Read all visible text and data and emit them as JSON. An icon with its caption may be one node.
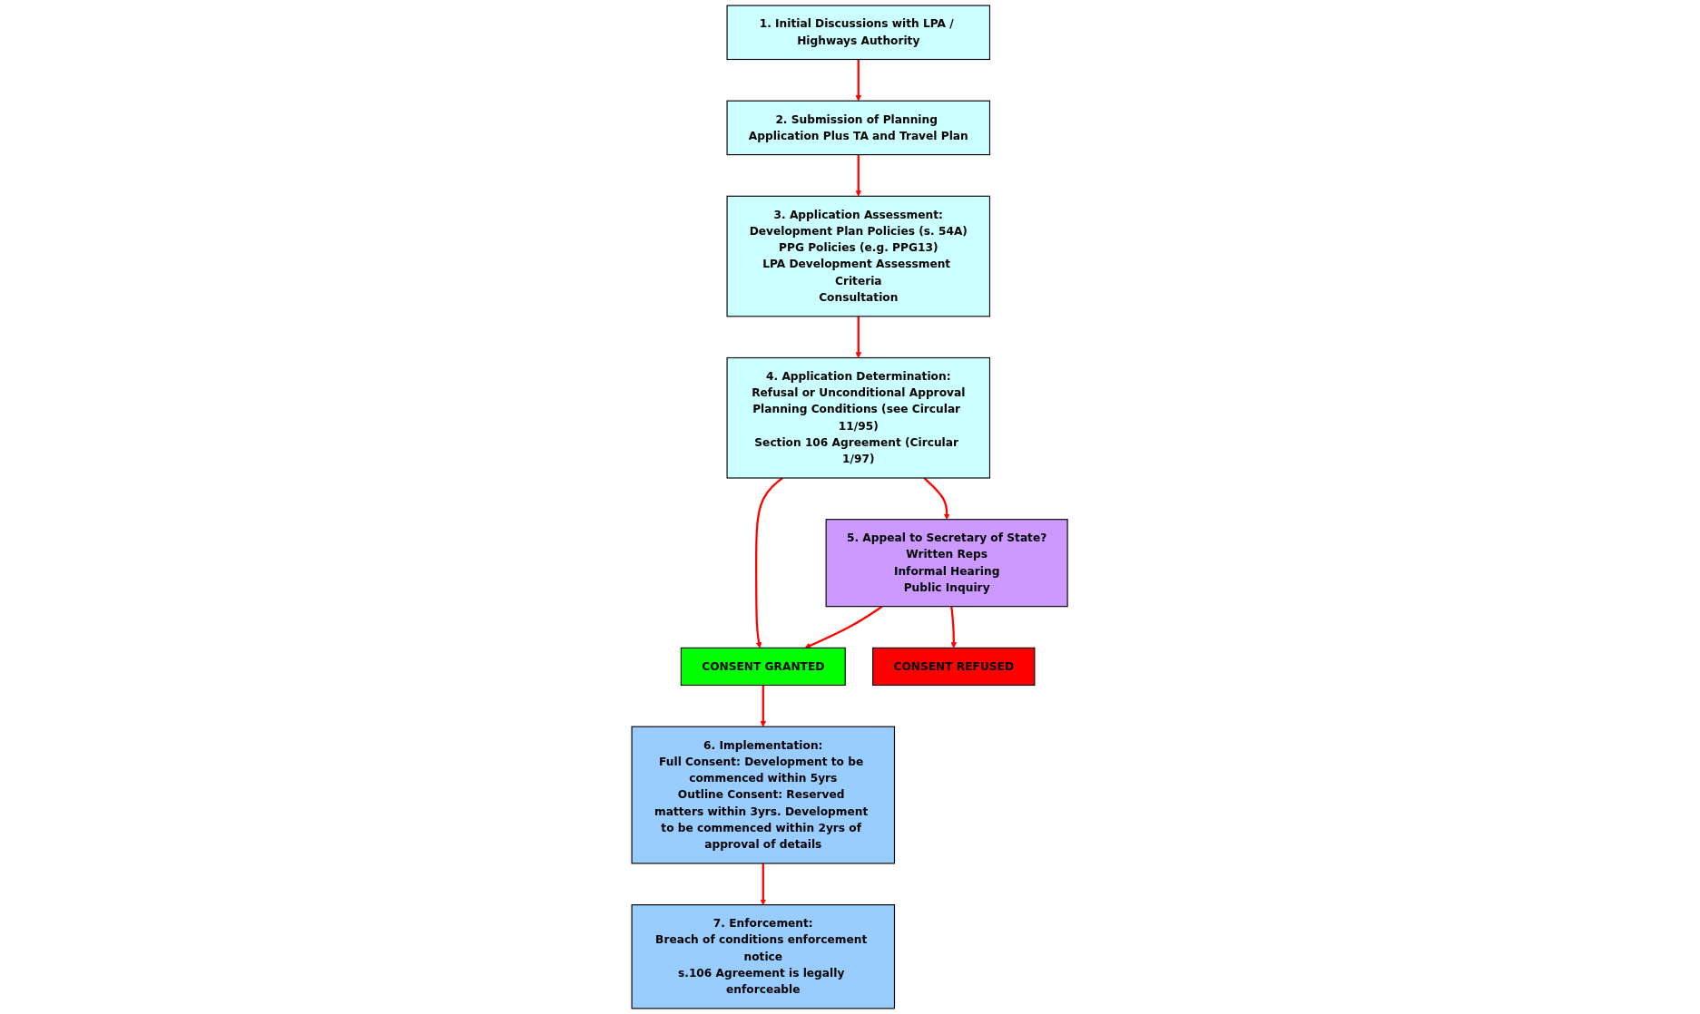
{
  "diagram": {
    "nodes": [
      {
        "text": [
          "1. Initial Discussions with LPA / Highways Authority"
        ]
      },
      {
        "text": [
          "2. Submission of Planning Application Plus TA and Travel Plan"
        ]
      },
      {
        "text": [
          "3. Application Assessment:",
          "Development Plan Policies (s. 54A)",
          "PPG Policies (e.g. PPG13)",
          "LPA Development Assessment Criteria",
          "Consultation"
        ]
      },
      {
        "text": [
          "4. Application Determination:",
          "Refusal or Unconditional Approval",
          "Planning Conditions (see Circular 11/95)",
          "Section 106 Agreement (Circular 1/97)"
        ]
      },
      {
        "text": [
          "5. Appeal to Secretary of State?",
          "Written Reps",
          "Informal Hearing",
          "Public Inquiry"
        ]
      },
      {
        "text": [
          "CONSENT GRANTED"
        ]
      },
      {
        "text": [
          "CONSENT REFUSED"
        ]
      },
      {
        "text": [
          "6. Implementation:",
          "Full Consent: Development to be commenced within 5yrs",
          "Outline Consent: Reserved matters within 3yrs. Development to be commenced within 2yrs of approval of details"
        ]
      },
      {
        "text": [
          "7. Enforcement:",
          "Breach of conditions enforcement notice",
          "s.106 Agreement is legally enforceable"
        ]
      }
    ],
    "edges": [
      {
        "from": 0,
        "to": 1,
        "arrow": "to"
      },
      {
        "from": 1,
        "to": 2,
        "arrow": "to"
      },
      {
        "from": 2,
        "to": 3,
        "arrow": "to"
      },
      {
        "from": 3,
        "to": 5,
        "arrow": "to"
      },
      {
        "from": 3,
        "to": 4,
        "arrow": "to"
      },
      {
        "from": 4,
        "to": 5,
        "arrow": "to"
      },
      {
        "from": 4,
        "to": 6,
        "arrow": "to"
      },
      {
        "from": 5,
        "to": 7,
        "arrow": "to"
      },
      {
        "from": 7,
        "to": 8,
        "arrow": "to"
      }
    ]
  }
}
